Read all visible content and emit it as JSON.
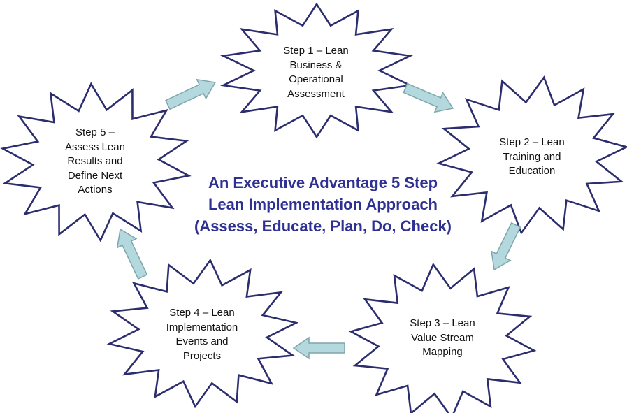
{
  "title": "An Executive Advantage 5 Step\nLean Implementation Approach\n(Assess, Educate, Plan, Do, Check)",
  "steps": [
    {
      "id": "step-1",
      "label": "Step 1 – Lean\nBusiness &\nOperational\nAssessment"
    },
    {
      "id": "step-2",
      "label": "Step 2 – Lean\nTraining and\nEducation"
    },
    {
      "id": "step-3",
      "label": "Step 3 – Lean\nValue Stream\nMapping"
    },
    {
      "id": "step-4",
      "label": "Step 4 – Lean\nImplementation\nEvents and\nProjects"
    },
    {
      "id": "step-5",
      "label": "Step 5 –\nAssess Lean\nResults and\nDefine Next\nActions"
    }
  ],
  "colors": {
    "burst_outline": "#2b2d6e",
    "arrow_fill": "#b3d9de",
    "arrow_outline": "#7fa6ab",
    "title": "#2e3192"
  }
}
